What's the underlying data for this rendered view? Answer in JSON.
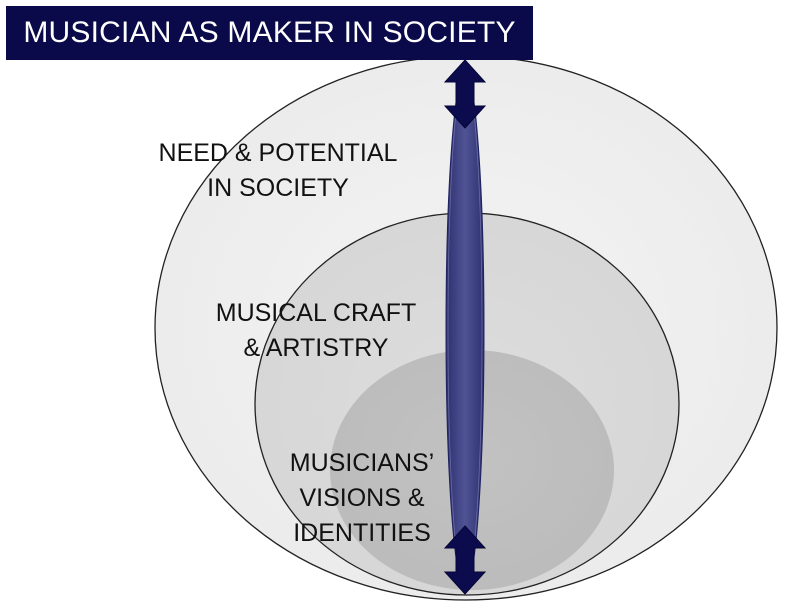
{
  "title": "MUSICIAN AS MAKER IN SOCIETY",
  "layers": [
    {
      "lines": [
        "NEED & POTENTIAL",
        "IN SOCIETY"
      ]
    },
    {
      "lines": [
        "MUSICAL CRAFT",
        "& ARTISTRY"
      ]
    },
    {
      "lines": [
        "MUSICIANS’",
        "VISIONS &",
        "IDENTITIES"
      ]
    }
  ],
  "colors": {
    "title_bg": "#0a0a4a",
    "arrow": "#0b0b4e",
    "axis_band": "#3b3d7e"
  },
  "icons": [
    "double-arrow-up-down-icon"
  ]
}
